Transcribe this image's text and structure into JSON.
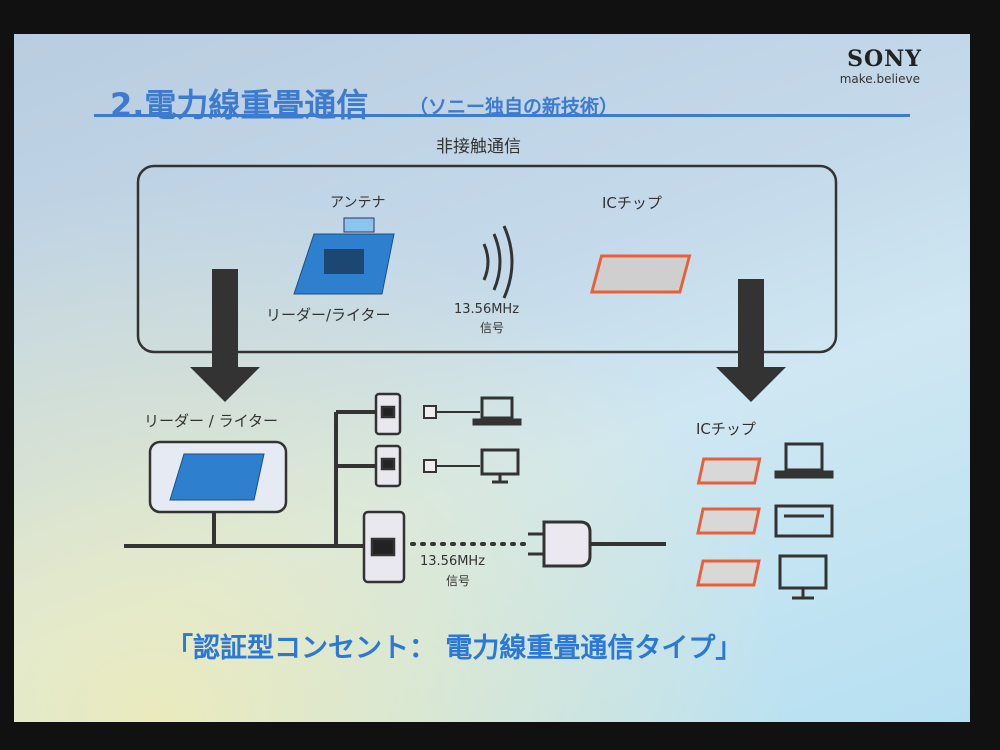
{
  "slide": {
    "title": "2.電力線重畳通信",
    "subtitle": "（ソニー独自の新技術）",
    "logo": {
      "brand": "SONY",
      "tagline": "make.believe"
    },
    "top_panel": {
      "heading": "非接触通信",
      "antenna_label": "アンテナ",
      "reader_label": "リーダー/ライター",
      "signal_freq": "13.56MHz",
      "signal_label": "信号",
      "chip_label": "ICチップ"
    },
    "bottom": {
      "reader_label": "リーダー / ライター",
      "signal_freq": "13.56MHz",
      "signal_label": "信号",
      "chip_label": "ICチップ"
    },
    "footer": "「認証型コンセント： 電力線重畳通信タイプ」"
  },
  "colors": {
    "accent": "#3d7bd1",
    "chip": "#e8603a",
    "board": "#2f7fcf"
  }
}
